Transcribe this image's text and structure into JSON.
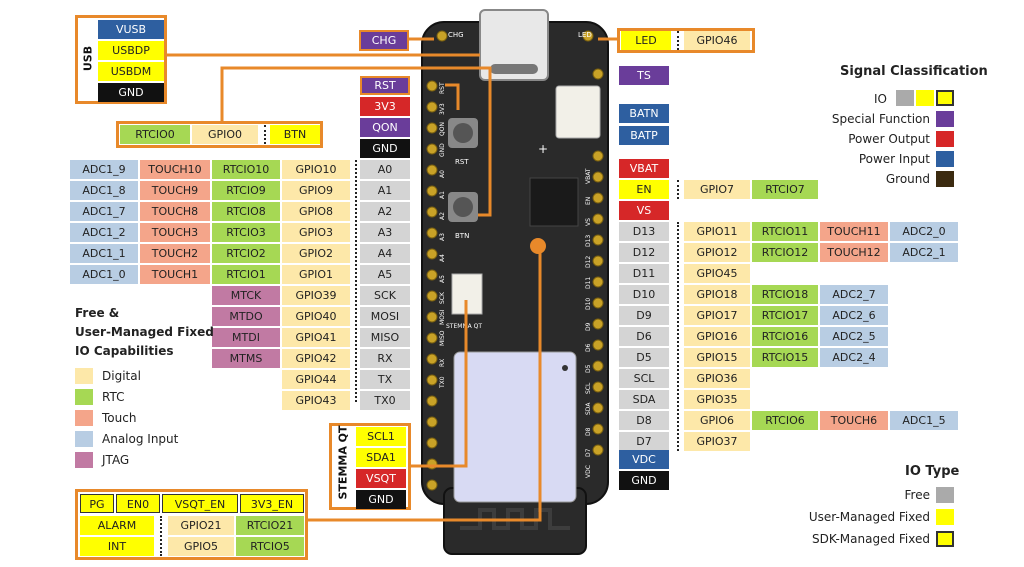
{
  "colors": {
    "digital": "#fde8a9",
    "rtc": "#a6d854",
    "touch": "#f4a58a",
    "analog": "#b8cde3",
    "jtag": "#c17aa3",
    "pin": "#d4d4d4",
    "special": "#6a3d9a",
    "power_out": "#d62728",
    "power_in": "#2e5fa0",
    "ground": "#111111",
    "user_fixed": "#ffff00",
    "free": "#aaaaaa",
    "frame": "#e8892a"
  },
  "usb": {
    "title": "USB",
    "pins": [
      "VUSB",
      "USBDP",
      "USBDM",
      "GND"
    ]
  },
  "btn_row": {
    "rtc": "RTCIO0",
    "gpio": "GPIO0",
    "name": "BTN"
  },
  "chg": "CHG",
  "led_row": {
    "name": "LED",
    "gpio": "GPIO46"
  },
  "left_power": [
    "RST",
    "3V3",
    "QON",
    "GND"
  ],
  "left_rows": [
    {
      "adc": "ADC1_9",
      "touch": "TOUCH10",
      "rtc": "RTCIO10",
      "gpio": "GPIO10",
      "pin": "A0"
    },
    {
      "adc": "ADC1_8",
      "touch": "TOUCH9",
      "rtc": "RTCIO9",
      "gpio": "GPIO9",
      "pin": "A1"
    },
    {
      "adc": "ADC1_7",
      "touch": "TOUCH8",
      "rtc": "RTCIO8",
      "gpio": "GPIO8",
      "pin": "A2"
    },
    {
      "adc": "ADC1_2",
      "touch": "TOUCH3",
      "rtc": "RTCIO3",
      "gpio": "GPIO3",
      "pin": "A3"
    },
    {
      "adc": "ADC1_1",
      "touch": "TOUCH2",
      "rtc": "RTCIO2",
      "gpio": "GPIO2",
      "pin": "A4"
    },
    {
      "adc": "ADC1_0",
      "touch": "TOUCH1",
      "rtc": "RTCIO1",
      "gpio": "GPIO1",
      "pin": "A5"
    }
  ],
  "left_jtag_rows": [
    {
      "jtag": "MTCK",
      "gpio": "GPIO39",
      "pin": "SCK"
    },
    {
      "jtag": "MTDO",
      "gpio": "GPIO40",
      "pin": "MOSI"
    },
    {
      "jtag": "MTDI",
      "gpio": "GPIO41",
      "pin": "MISO"
    },
    {
      "jtag": "MTMS",
      "gpio": "GPIO42",
      "pin": "RX"
    }
  ],
  "left_plain_rows": [
    {
      "gpio": "GPIO44",
      "pin": "TX"
    },
    {
      "gpio": "GPIO43",
      "pin": "TX0"
    }
  ],
  "stemma": {
    "title": "STEMMA QT",
    "pins": [
      "SCL1",
      "SDA1",
      "VSQT",
      "GND"
    ]
  },
  "bottom_block": {
    "top": [
      "PG",
      "EN0",
      "VSQT_EN",
      "3V3_EN"
    ],
    "rows": [
      {
        "name": "ALARM",
        "gpio": "GPIO21",
        "rtc": "RTCIO21"
      },
      {
        "name": "INT",
        "gpio": "GPIO5",
        "rtc": "RTCIO5"
      }
    ]
  },
  "right_top": [
    "TS",
    "BATN",
    "BATP",
    "VBAT"
  ],
  "right_en": {
    "pin": "EN",
    "gpio": "GPIO7",
    "rtc": "RTCIO7"
  },
  "right_vs": "VS",
  "right_rows": [
    {
      "pin": "D13",
      "gpio": "GPIO11",
      "rtc": "RTCIO11",
      "touch": "TOUCH11",
      "adc": "ADC2_0"
    },
    {
      "pin": "D12",
      "gpio": "GPIO12",
      "rtc": "RTCIO12",
      "touch": "TOUCH12",
      "adc": "ADC2_1"
    },
    {
      "pin": "D11",
      "gpio": "GPIO45"
    },
    {
      "pin": "D10",
      "gpio": "GPIO18",
      "rtc": "RTCIO18",
      "adc": "ADC2_7"
    },
    {
      "pin": "D9",
      "gpio": "GPIO17",
      "rtc": "RTCIO17",
      "adc": "ADC2_6"
    },
    {
      "pin": "D6",
      "gpio": "GPIO16",
      "rtc": "RTCIO16",
      "adc": "ADC2_5"
    },
    {
      "pin": "D5",
      "gpio": "GPIO15",
      "rtc": "RTCIO15",
      "adc": "ADC2_4"
    },
    {
      "pin": "SCL",
      "gpio": "GPIO36"
    },
    {
      "pin": "SDA",
      "gpio": "GPIO35"
    },
    {
      "pin": "D8",
      "gpio": "GPIO6",
      "rtc": "RTCIO6",
      "touch": "TOUCH6",
      "adc": "ADC1_5"
    },
    {
      "pin": "D7",
      "gpio": "GPIO37"
    }
  ],
  "right_bottom": [
    "VDC",
    "GND"
  ],
  "board_silk": {
    "chg": "CHG",
    "led": "LED",
    "rst": "RST",
    "btn": "BTN",
    "stemma": "STEMMA QT",
    "left": [
      "RST",
      "3V3",
      "QON",
      "GND",
      "A0",
      "A1",
      "A2",
      "A3",
      "A4",
      "A5",
      "SCK",
      "MOSI",
      "MISO",
      "RX",
      "TX0"
    ],
    "right": [
      "VBAT",
      "EN",
      "VS",
      "D13",
      "D12",
      "D11",
      "D10",
      "D9",
      "D6",
      "D5",
      "SCL",
      "SDA",
      "D8",
      "D7",
      "VDC"
    ]
  },
  "signal_legend": {
    "title": "Signal Classification",
    "io": "IO",
    "items": [
      "Special Function",
      "Power Output",
      "Power Input",
      "Ground"
    ]
  },
  "capability_legend": {
    "title": [
      "Free &",
      "User-Managed Fixed",
      "IO Capabilities"
    ],
    "items": [
      "Digital",
      "RTC",
      "Touch",
      "Analog Input",
      "JTAG"
    ]
  },
  "io_type_legend": {
    "title": "IO Type",
    "items": [
      "Free",
      "User-Managed Fixed",
      "SDK-Managed Fixed"
    ]
  }
}
